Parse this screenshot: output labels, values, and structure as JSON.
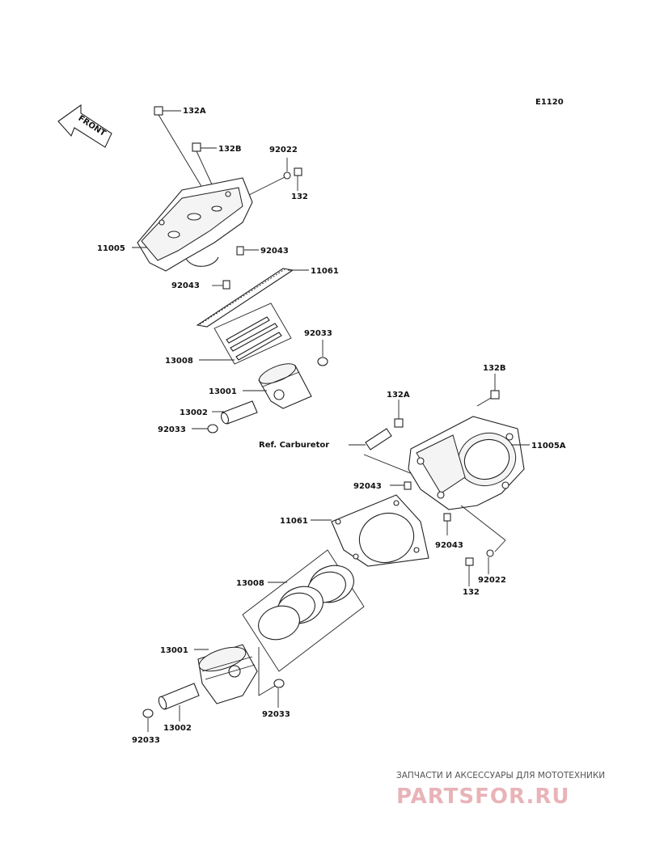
{
  "diagram": {
    "code": "E1120",
    "front_label": "FRONT",
    "labels": {
      "bolt_132a_top": "132A",
      "bolt_132b_top": "132B",
      "washer_92022_top": "92022",
      "bolt_132_top": "132",
      "head_11005": "11005",
      "dowel_92043_a": "92043",
      "dowel_92043_b": "92043",
      "gasket_11061_top": "11061",
      "circlip_92033_top_right": "92033",
      "rings_13008_top": "13008",
      "piston_13001_top": "13001",
      "pin_13002_top": "13002",
      "circlip_92033_top_left": "92033",
      "bolt_132b_mid": "132B",
      "bolt_132a_mid": "132A",
      "ref_carburetor": "Ref. Carburetor",
      "head_11005a": "11005A",
      "dowel_92043_c": "92043",
      "gasket_11061_bottom": "11061",
      "dowel_92043_d": "92043",
      "washer_92022_bottom": "92022",
      "bolt_132_bottom": "132",
      "rings_13008_bottom": "13008",
      "piston_13001_bottom": "13001",
      "circlip_92033_bottom_right": "92033",
      "pin_13002_bottom": "13002",
      "circlip_92033_bottom_left": "92033"
    }
  },
  "watermark": {
    "tagline": "ЗАПЧАСТИ И АКСЕССУАРЫ ДЛЯ МОТОТЕХНИКИ",
    "logo": "PARTSFOR.RU",
    "color": "#e8b3b8"
  }
}
